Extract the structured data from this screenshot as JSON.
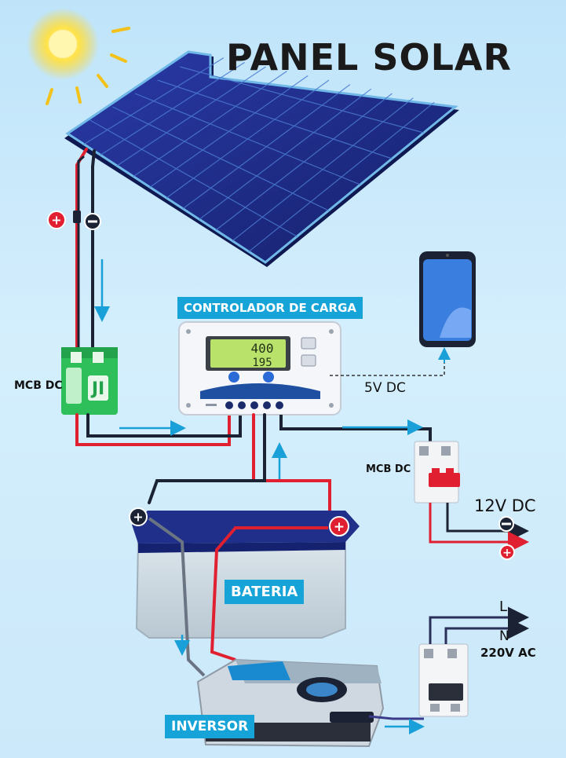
{
  "title": "PANEL SOLAR",
  "labels": {
    "controller": "CONTROLADOR DE CARGA",
    "battery": "BATERIA",
    "inverter": "INVERSOR",
    "mcb_left": "MCB DC",
    "mcb_right": "MCB DC",
    "usb": "5V DC",
    "dc_out": "12V DC",
    "ac_out": "220V AC",
    "line": "L",
    "neutral": "N"
  },
  "lcd": {
    "line1": "400",
    "line2": "195"
  },
  "colors": {
    "positive": "#e02030",
    "negative": "#1b2233",
    "flow_arrow": "#1aa0d8",
    "panel": "#1f2a8a",
    "tag": "#16a3d8"
  },
  "icons": [
    "sun-icon",
    "plus-icon",
    "minus-icon",
    "phone-icon",
    "breaker-icon",
    "flow-arrow-icon"
  ]
}
